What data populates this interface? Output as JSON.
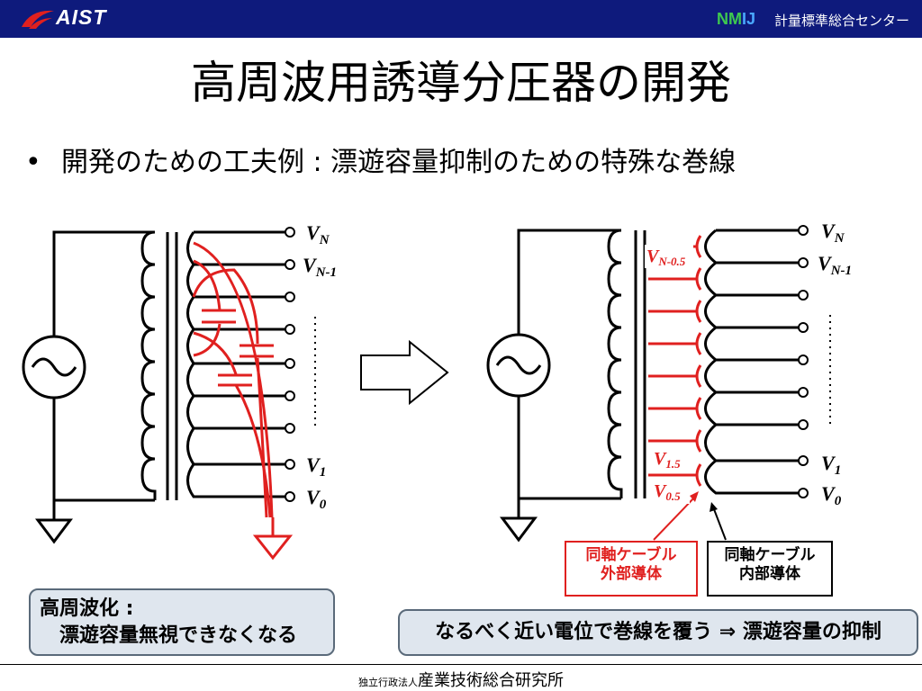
{
  "header": {
    "logo_text": "AIST",
    "nmij_text": "NMIJ",
    "center_name": "計量標準総合センター"
  },
  "title": "高周波用誘導分圧器の開発",
  "bullet": {
    "symbol": "•",
    "text": "開発のための工夫例 : 漂遊容量抑制のための特殊な巻線"
  },
  "left_diagram": {
    "taps": [
      {
        "main": "V",
        "sub": "N"
      },
      {
        "main": "V",
        "sub": "N-1"
      },
      {
        "main": "V",
        "sub": "1"
      },
      {
        "main": "V",
        "sub": "0"
      }
    ]
  },
  "right_diagram": {
    "taps": [
      {
        "main": "V",
        "sub": "N"
      },
      {
        "main": "V",
        "sub": "N-1"
      },
      {
        "main": "V",
        "sub": "1"
      },
      {
        "main": "V",
        "sub": "0"
      }
    ],
    "red_taps": [
      {
        "main": "V",
        "sub": "N-0.5"
      },
      {
        "main": "V",
        "sub": "1.5"
      },
      {
        "main": "V",
        "sub": "0.5"
      }
    ]
  },
  "labels": {
    "outer_line1": "同軸ケーブル",
    "outer_line2": "外部導体",
    "inner_line1": "同軸ケーブル",
    "inner_line2": "内部導体"
  },
  "notes": {
    "left_line1": "高周波化 :",
    "left_line2": "漂遊容量無視できなくなる",
    "right": "なるべく近い電位で巻線を覆う ⇒ 漂遊容量の抑制"
  },
  "footer": {
    "small": "独立行政法人",
    "main": "産業技術総合研究所"
  },
  "colors": {
    "header_bg": "#0e1a7c",
    "accent_red": "#e0201f",
    "box_bg": "#dfe6ee"
  }
}
